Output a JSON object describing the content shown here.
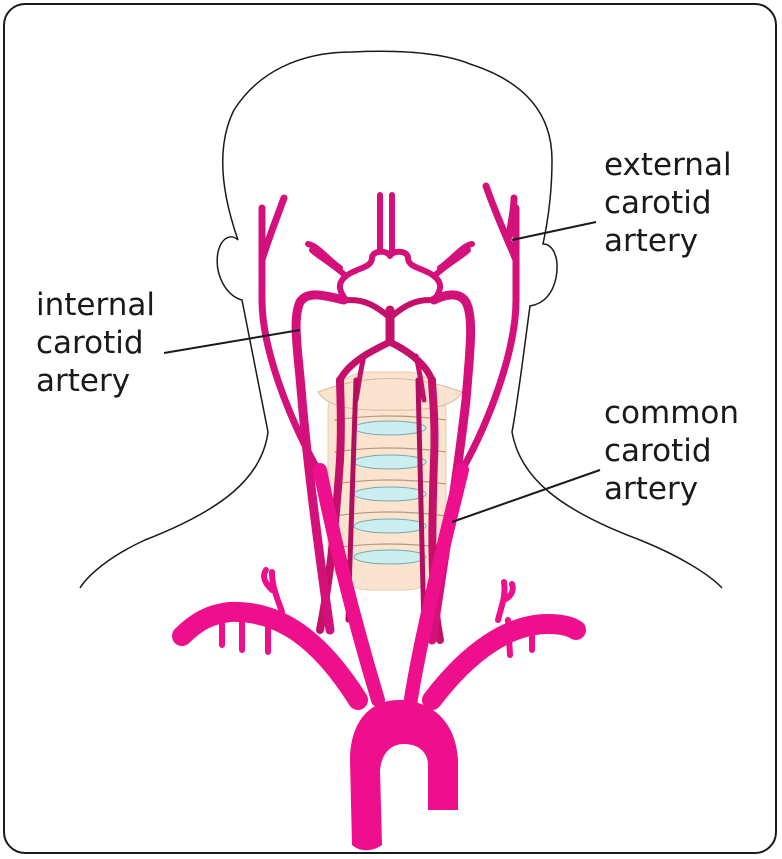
{
  "labels": {
    "external": [
      "external",
      "carotid",
      "artery"
    ],
    "internal": [
      "internal",
      "carotid",
      "artery"
    ],
    "common": [
      "common",
      "carotid",
      "artery"
    ]
  },
  "colors": {
    "artery_major": "#ee0f8d",
    "artery_minor": "#c4106a",
    "outline": "#1a1a1a",
    "vertebra": "#fbe4cf",
    "disc": "#cdeef0"
  }
}
